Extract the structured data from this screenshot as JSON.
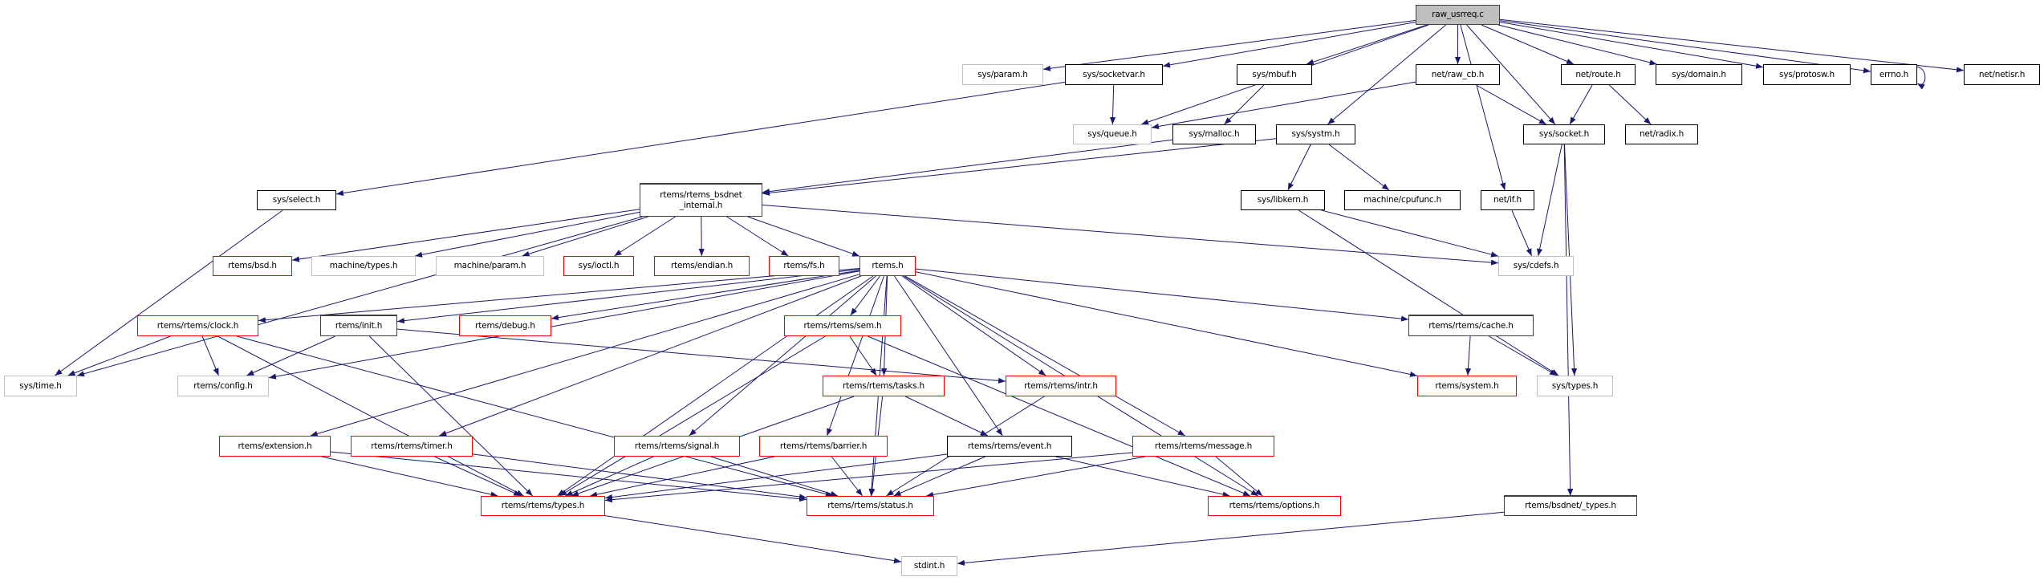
{
  "graph": {
    "edge_color": "#191970",
    "node_border_colors": {
      "root": "#404040",
      "black": "#000000",
      "red": "#ff0000",
      "gray": "#bfbfbf"
    },
    "root_fill": "#bfbfbf",
    "nodes": [
      {
        "id": "raw_usrreq",
        "label": "raw_usrreq.c",
        "style": "root"
      },
      {
        "id": "sys_param",
        "label": "sys/param.h",
        "style": "gray"
      },
      {
        "id": "sys_socketvar",
        "label": "sys/socketvar.h",
        "style": "black"
      },
      {
        "id": "sys_mbuf",
        "label": "sys/mbuf.h",
        "style": "black"
      },
      {
        "id": "net_raw_cb",
        "label": "net/raw_cb.h",
        "style": "black"
      },
      {
        "id": "net_route",
        "label": "net/route.h",
        "style": "black"
      },
      {
        "id": "sys_domain",
        "label": "sys/domain.h",
        "style": "black"
      },
      {
        "id": "sys_protosw",
        "label": "sys/protosw.h",
        "style": "black"
      },
      {
        "id": "errno",
        "label": "errno.h",
        "style": "black"
      },
      {
        "id": "net_netisr",
        "label": "net/netisr.h",
        "style": "black"
      },
      {
        "id": "sys_queue",
        "label": "sys/queue.h",
        "style": "gray"
      },
      {
        "id": "sys_malloc",
        "label": "sys/malloc.h",
        "style": "black"
      },
      {
        "id": "sys_systm",
        "label": "sys/systm.h",
        "style": "black"
      },
      {
        "id": "sys_socket",
        "label": "sys/socket.h",
        "style": "black"
      },
      {
        "id": "net_radix",
        "label": "net/radix.h",
        "style": "black"
      },
      {
        "id": "sys_select",
        "label": "sys/select.h",
        "style": "black"
      },
      {
        "id": "bsdnet_internal",
        "label": "rtems/rtems_bsdnet\n_internal.h",
        "style": "incomplete"
      },
      {
        "id": "sys_libkern",
        "label": "sys/libkern.h",
        "style": "black"
      },
      {
        "id": "machine_cpufunc",
        "label": "machine/cpufunc.h",
        "style": "black"
      },
      {
        "id": "net_if",
        "label": "net/if.h",
        "style": "black"
      },
      {
        "id": "rtems_bsd",
        "label": "rtems/bsd.h",
        "style": "red"
      },
      {
        "id": "machine_types",
        "label": "machine/types.h",
        "style": "gray"
      },
      {
        "id": "machine_param",
        "label": "machine/param.h",
        "style": "gray"
      },
      {
        "id": "sys_ioctl",
        "label": "sys/ioctl.h",
        "style": "red"
      },
      {
        "id": "rtems_endian",
        "label": "rtems/endian.h",
        "style": "red"
      },
      {
        "id": "rtems_fs",
        "label": "rtems/fs.h",
        "style": "red"
      },
      {
        "id": "rtems_h",
        "label": "rtems.h",
        "style": "red"
      },
      {
        "id": "sys_cdefs",
        "label": "sys/cdefs.h",
        "style": "gray"
      },
      {
        "id": "clock",
        "label": "rtems/rtems/clock.h",
        "style": "red"
      },
      {
        "id": "init",
        "label": "rtems/init.h",
        "style": "incomplete"
      },
      {
        "id": "debug",
        "label": "rtems/debug.h",
        "style": "red"
      },
      {
        "id": "sem",
        "label": "rtems/rtems/sem.h",
        "style": "red"
      },
      {
        "id": "cache",
        "label": "rtems/rtems/cache.h",
        "style": "incomplete"
      },
      {
        "id": "sys_time",
        "label": "sys/time.h",
        "style": "gray"
      },
      {
        "id": "config",
        "label": "rtems/config.h",
        "style": "gray"
      },
      {
        "id": "tasks",
        "label": "rtems/rtems/tasks.h",
        "style": "red"
      },
      {
        "id": "intr",
        "label": "rtems/rtems/intr.h",
        "style": "red"
      },
      {
        "id": "system",
        "label": "rtems/system.h",
        "style": "red"
      },
      {
        "id": "sys_types",
        "label": "sys/types.h",
        "style": "gray"
      },
      {
        "id": "extension",
        "label": "rtems/extension.h",
        "style": "red"
      },
      {
        "id": "timer",
        "label": "rtems/rtems/timer.h",
        "style": "red"
      },
      {
        "id": "signal",
        "label": "rtems/rtems/signal.h",
        "style": "red"
      },
      {
        "id": "barrier",
        "label": "rtems/rtems/barrier.h",
        "style": "red"
      },
      {
        "id": "event",
        "label": "rtems/rtems/event.h",
        "style": "black"
      },
      {
        "id": "message",
        "label": "rtems/rtems/message.h",
        "style": "red"
      },
      {
        "id": "types",
        "label": "rtems/rtems/types.h",
        "style": "red"
      },
      {
        "id": "status",
        "label": "rtems/rtems/status.h",
        "style": "red"
      },
      {
        "id": "options",
        "label": "rtems/rtems/options.h",
        "style": "red"
      },
      {
        "id": "bsdnet_types",
        "label": "rtems/bsdnet/_types.h",
        "style": "incomplete"
      },
      {
        "id": "stdint",
        "label": "stdint.h",
        "style": "gray"
      }
    ],
    "edges": [
      [
        "raw_usrreq",
        "sys_param"
      ],
      [
        "raw_usrreq",
        "sys_socketvar"
      ],
      [
        "raw_usrreq",
        "sys_queue"
      ],
      [
        "raw_usrreq",
        "sys_mbuf"
      ],
      [
        "raw_usrreq",
        "sys_systm"
      ],
      [
        "raw_usrreq",
        "net_if"
      ],
      [
        "raw_usrreq",
        "net_raw_cb"
      ],
      [
        "raw_usrreq",
        "sys_socket"
      ],
      [
        "raw_usrreq",
        "net_route"
      ],
      [
        "raw_usrreq",
        "sys_domain"
      ],
      [
        "raw_usrreq",
        "sys_protosw"
      ],
      [
        "raw_usrreq",
        "errno"
      ],
      [
        "raw_usrreq",
        "net_netisr"
      ],
      [
        "sys_socketvar",
        "sys_queue"
      ],
      [
        "sys_socketvar",
        "sys_select"
      ],
      [
        "sys_mbuf",
        "sys_malloc"
      ],
      [
        "net_raw_cb",
        "sys_queue"
      ],
      [
        "net_raw_cb",
        "sys_socket"
      ],
      [
        "net_route",
        "sys_socket"
      ],
      [
        "net_route",
        "net_radix"
      ],
      [
        "errno",
        "errno"
      ],
      [
        "sys_malloc",
        "bsdnet_internal"
      ],
      [
        "sys_systm",
        "bsdnet_internal"
      ],
      [
        "sys_systm",
        "sys_libkern"
      ],
      [
        "sys_systm",
        "machine_cpufunc"
      ],
      [
        "sys_socket",
        "sys_cdefs"
      ],
      [
        "sys_socket",
        "sys_types"
      ],
      [
        "sys_socket",
        "bsdnet_types"
      ],
      [
        "sys_libkern",
        "sys_cdefs"
      ],
      [
        "sys_libkern",
        "sys_types"
      ],
      [
        "net_if",
        "sys_cdefs"
      ],
      [
        "sys_select",
        "sys_time"
      ],
      [
        "bsdnet_internal",
        "sys_time"
      ],
      [
        "bsdnet_internal",
        "rtems_bsd"
      ],
      [
        "bsdnet_internal",
        "machine_types"
      ],
      [
        "bsdnet_internal",
        "machine_param"
      ],
      [
        "bsdnet_internal",
        "sys_ioctl"
      ],
      [
        "bsdnet_internal",
        "rtems_endian"
      ],
      [
        "bsdnet_internal",
        "rtems_fs"
      ],
      [
        "bsdnet_internal",
        "rtems_h"
      ],
      [
        "bsdnet_internal",
        "sys_cdefs"
      ],
      [
        "rtems_h",
        "clock"
      ],
      [
        "rtems_h",
        "init"
      ],
      [
        "rtems_h",
        "debug"
      ],
      [
        "rtems_h",
        "config"
      ],
      [
        "rtems_h",
        "types"
      ],
      [
        "rtems_h",
        "extension"
      ],
      [
        "rtems_h",
        "timer"
      ],
      [
        "rtems_h",
        "signal"
      ],
      [
        "rtems_h",
        "barrier"
      ],
      [
        "rtems_h",
        "sem"
      ],
      [
        "rtems_h",
        "tasks"
      ],
      [
        "rtems_h",
        "event"
      ],
      [
        "rtems_h",
        "intr"
      ],
      [
        "rtems_h",
        "message"
      ],
      [
        "rtems_h",
        "options"
      ],
      [
        "rtems_h",
        "status"
      ],
      [
        "rtems_h",
        "cache"
      ],
      [
        "rtems_h",
        "system"
      ],
      [
        "clock",
        "sys_time"
      ],
      [
        "clock",
        "config"
      ],
      [
        "clock",
        "types"
      ],
      [
        "clock",
        "status"
      ],
      [
        "init",
        "config"
      ],
      [
        "init",
        "types"
      ],
      [
        "init",
        "intr"
      ],
      [
        "sem",
        "tasks"
      ],
      [
        "sem",
        "types"
      ],
      [
        "sem",
        "options"
      ],
      [
        "tasks",
        "types"
      ],
      [
        "tasks",
        "status"
      ],
      [
        "tasks",
        "event"
      ],
      [
        "intr",
        "status"
      ],
      [
        "extension",
        "types"
      ],
      [
        "extension",
        "status"
      ],
      [
        "timer",
        "types"
      ],
      [
        "timer",
        "status"
      ],
      [
        "signal",
        "types"
      ],
      [
        "signal",
        "status"
      ],
      [
        "barrier",
        "types"
      ],
      [
        "barrier",
        "status"
      ],
      [
        "event",
        "types"
      ],
      [
        "event",
        "status"
      ],
      [
        "event",
        "options"
      ],
      [
        "message",
        "types"
      ],
      [
        "message",
        "status"
      ],
      [
        "message",
        "options"
      ],
      [
        "cache",
        "system"
      ],
      [
        "cache",
        "sys_types"
      ],
      [
        "types",
        "stdint"
      ],
      [
        "bsdnet_types",
        "stdint"
      ]
    ]
  }
}
